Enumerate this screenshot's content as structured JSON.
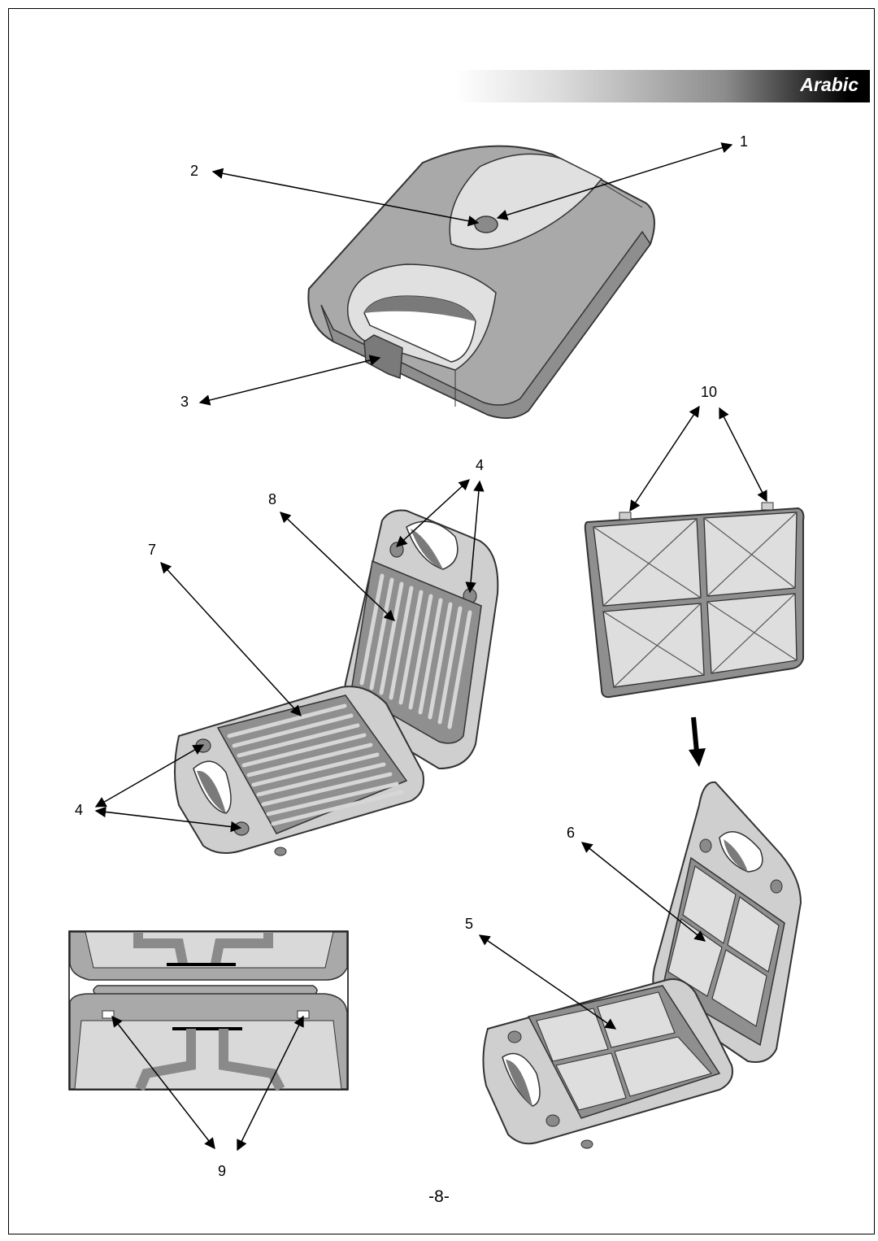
{
  "header": {
    "language_label": "Arabic"
  },
  "callouts": {
    "c1": "1",
    "c2": "2",
    "c3": "3",
    "c4a": "4",
    "c4b": "4",
    "c5": "5",
    "c6": "6",
    "c7": "7",
    "c8": "8",
    "c9": "9",
    "c10": "10"
  },
  "footer": {
    "page_number": "-8-"
  },
  "colors": {
    "body": "#a9a9a9",
    "light": "#d9d9d9",
    "dark": "#7a7a7a",
    "outline": "#333333"
  }
}
